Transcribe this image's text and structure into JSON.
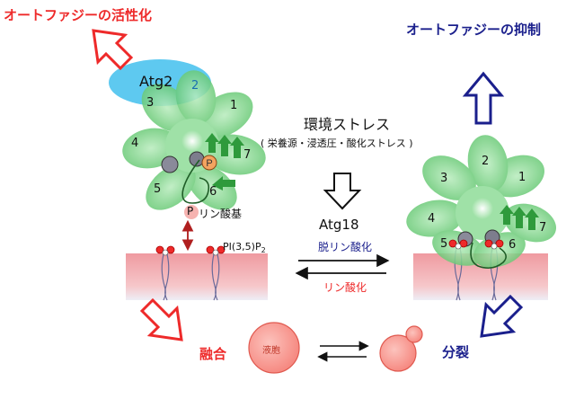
{
  "title_left": "オートファジーの活性化",
  "title_right": "オートファジーの抑制",
  "stress": {
    "title": "環境ストレス",
    "subtitle": "( 栄養源・浸透圧・酸化ストレス )"
  },
  "atg18": "Atg18",
  "atg2": "Atg2",
  "blade_numbers_left": [
    "1",
    "2",
    "3",
    "4",
    "5",
    "6",
    "7"
  ],
  "blade_numbers_right": [
    "1",
    "2",
    "3",
    "4",
    "5",
    "6",
    "7"
  ],
  "phospho_symbol": "P",
  "phosphate_label": "リン酸基",
  "pi_label": "PI(3,5)P",
  "pi_sub": "2",
  "dephos_label": "脱リン酸化",
  "phos_label": "リン酸化",
  "fusion_label": "融合",
  "fission_label": "分裂",
  "droplet_label": "液胞",
  "colors": {
    "red": "#ee2a2a",
    "blue": "#1a1f8c",
    "membrane": "#f2a5a8",
    "petal": "#7fd38a",
    "atg2": "#4cc3ee",
    "droplet": "#f8a29b"
  }
}
